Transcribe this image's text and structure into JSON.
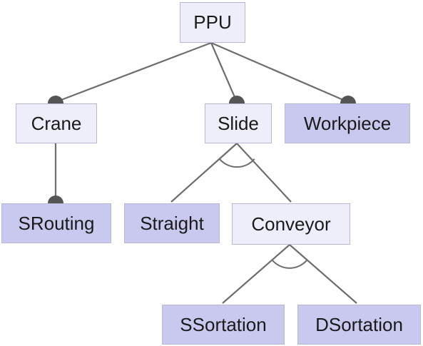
{
  "diagram": {
    "nodes": {
      "ppu": {
        "label": "PPU",
        "kind": "abstract"
      },
      "crane": {
        "label": "Crane",
        "kind": "abstract"
      },
      "slide": {
        "label": "Slide",
        "kind": "abstract"
      },
      "workpiece": {
        "label": "Workpiece",
        "kind": "concrete"
      },
      "srouting": {
        "label": "SRouting",
        "kind": "concrete"
      },
      "straight": {
        "label": "Straight",
        "kind": "concrete"
      },
      "conveyor": {
        "label": "Conveyor",
        "kind": "abstract"
      },
      "ssortation": {
        "label": "SSortation",
        "kind": "concrete"
      },
      "dsortation": {
        "label": "DSortation",
        "kind": "concrete"
      }
    },
    "edges": [
      {
        "from": "ppu",
        "to": "crane",
        "type": "mandatory"
      },
      {
        "from": "ppu",
        "to": "slide",
        "type": "mandatory"
      },
      {
        "from": "ppu",
        "to": "workpiece",
        "type": "mandatory"
      },
      {
        "from": "crane",
        "to": "srouting",
        "type": "mandatory"
      },
      {
        "from": "slide",
        "to": "straight",
        "type": "alternative"
      },
      {
        "from": "slide",
        "to": "conveyor",
        "type": "alternative"
      },
      {
        "from": "conveyor",
        "to": "ssortation",
        "type": "alternative"
      },
      {
        "from": "conveyor",
        "to": "dsortation",
        "type": "alternative"
      }
    ],
    "colors": {
      "abstract_fill": "#eeeefb",
      "concrete_fill": "#c9c9f0",
      "border": "#b8b8d4",
      "edge": "#6d6d6d",
      "dot": "#555555"
    }
  }
}
